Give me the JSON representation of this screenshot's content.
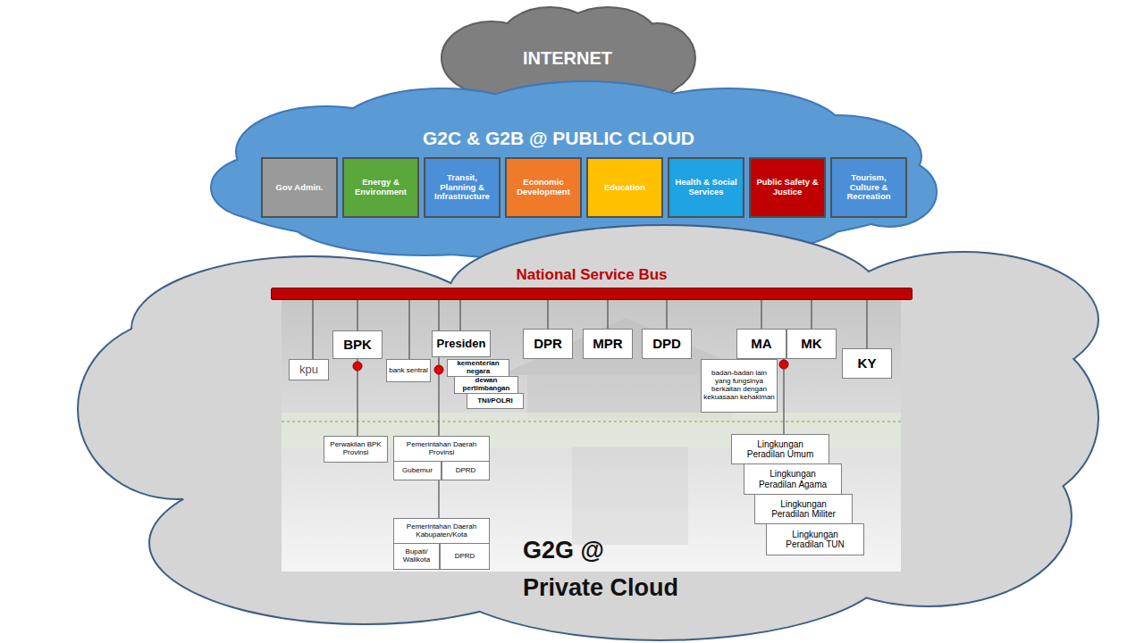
{
  "diagram": {
    "nodes": [
      {
        "text": [
          "INTERNET"
        ]
      },
      {
        "text": [
          "G2C & G2B @ PUBLIC CLOUD"
        ]
      },
      {
        "text": [
          "Gov Admin."
        ],
        "in": 1
      },
      {
        "text": [
          "Energy & Environment"
        ],
        "in": 1
      },
      {
        "text": [
          "Transit, Planning & Infrastructure"
        ],
        "in": 1
      },
      {
        "text": [
          "Economic Development"
        ],
        "in": 1
      },
      {
        "text": [
          "Education"
        ],
        "in": 1
      },
      {
        "text": [
          "Health & Social Services"
        ],
        "in": 1
      },
      {
        "text": [
          "Public Safety & Justice"
        ],
        "in": 1
      },
      {
        "text": [
          "Tourism, Culture & Recreation"
        ],
        "in": 1
      },
      {
        "text": [
          "G2G @ Private Cloud"
        ]
      },
      {
        "text": [
          "National Service Bus"
        ],
        "in": 10
      },
      {
        "text": [
          "kpu"
        ],
        "in": 10
      },
      {
        "text": [
          "BPK"
        ],
        "in": 10
      },
      {
        "text": [
          "bank sentral"
        ],
        "in": 10
      },
      {
        "text": [
          "Presiden"
        ],
        "in": 10
      },
      {
        "text": [
          "kementerian negara"
        ],
        "in": 10
      },
      {
        "text": [
          "dewan pertimbangan"
        ],
        "in": 10
      },
      {
        "text": [
          "TNI/POLRI"
        ],
        "in": 10
      },
      {
        "text": [
          "DPR"
        ],
        "in": 10
      },
      {
        "text": [
          "MPR"
        ],
        "in": 10
      },
      {
        "text": [
          "DPD"
        ],
        "in": 10
      },
      {
        "text": [
          "MA"
        ],
        "in": 10
      },
      {
        "text": [
          "MK"
        ],
        "in": 10
      },
      {
        "text": [
          "KY"
        ],
        "in": 10
      },
      {
        "text": [
          "badan-badan lain yang fungsinya berkaitan dengan kekuasaan kehakiman"
        ],
        "in": 10
      },
      {
        "text": [
          "Perwakilan BPK Provinsi"
        ],
        "in": 10
      },
      {
        "text": [
          "Pemerintahan Daerah Provinsi"
        ],
        "in": 10
      },
      {
        "text": [
          "Gubernur"
        ],
        "in": 27
      },
      {
        "text": [
          "DPRD"
        ],
        "in": 27
      },
      {
        "text": [
          "Pemerintahan Daerah Kabupaten/Kota"
        ],
        "in": 10
      },
      {
        "text": [
          "Bupati/ Walikota"
        ],
        "in": 30
      },
      {
        "text": [
          "DPRD"
        ],
        "in": 30
      },
      {
        "text": [
          "Lingkungan Peradilan Umum"
        ],
        "in": 10
      },
      {
        "text": [
          "Lingkungan Peradilan Agama"
        ],
        "in": 10
      },
      {
        "text": [
          "Lingkungan Peradilan Militer"
        ],
        "in": 10
      },
      {
        "text": [
          "Lingkungan Peradilan TUN"
        ],
        "in": 10
      }
    ],
    "edges": [
      {
        "from": 11,
        "to": 12,
        "arrow": "none"
      },
      {
        "from": 11,
        "to": 13,
        "arrow": "none"
      },
      {
        "from": 11,
        "to": 14,
        "arrow": "none"
      },
      {
        "from": 11,
        "to": 15,
        "arrow": "none"
      },
      {
        "from": 11,
        "to": 15,
        "arrow": "none"
      },
      {
        "from": 11,
        "to": 19,
        "arrow": "none"
      },
      {
        "from": 11,
        "to": 20,
        "arrow": "none"
      },
      {
        "from": 11,
        "to": 21,
        "arrow": "none"
      },
      {
        "from": 11,
        "to": 22,
        "arrow": "none"
      },
      {
        "from": 11,
        "to": 23,
        "arrow": "none"
      },
      {
        "from": 11,
        "to": 24,
        "arrow": "none"
      },
      {
        "from": 13,
        "to": 26,
        "arrow": "none"
      },
      {
        "from": 15,
        "to": 27,
        "arrow": "none"
      },
      {
        "from": 27,
        "to": 30,
        "arrow": "none"
      },
      {
        "from": 22,
        "to": 33,
        "arrow": "none"
      }
    ]
  }
}
